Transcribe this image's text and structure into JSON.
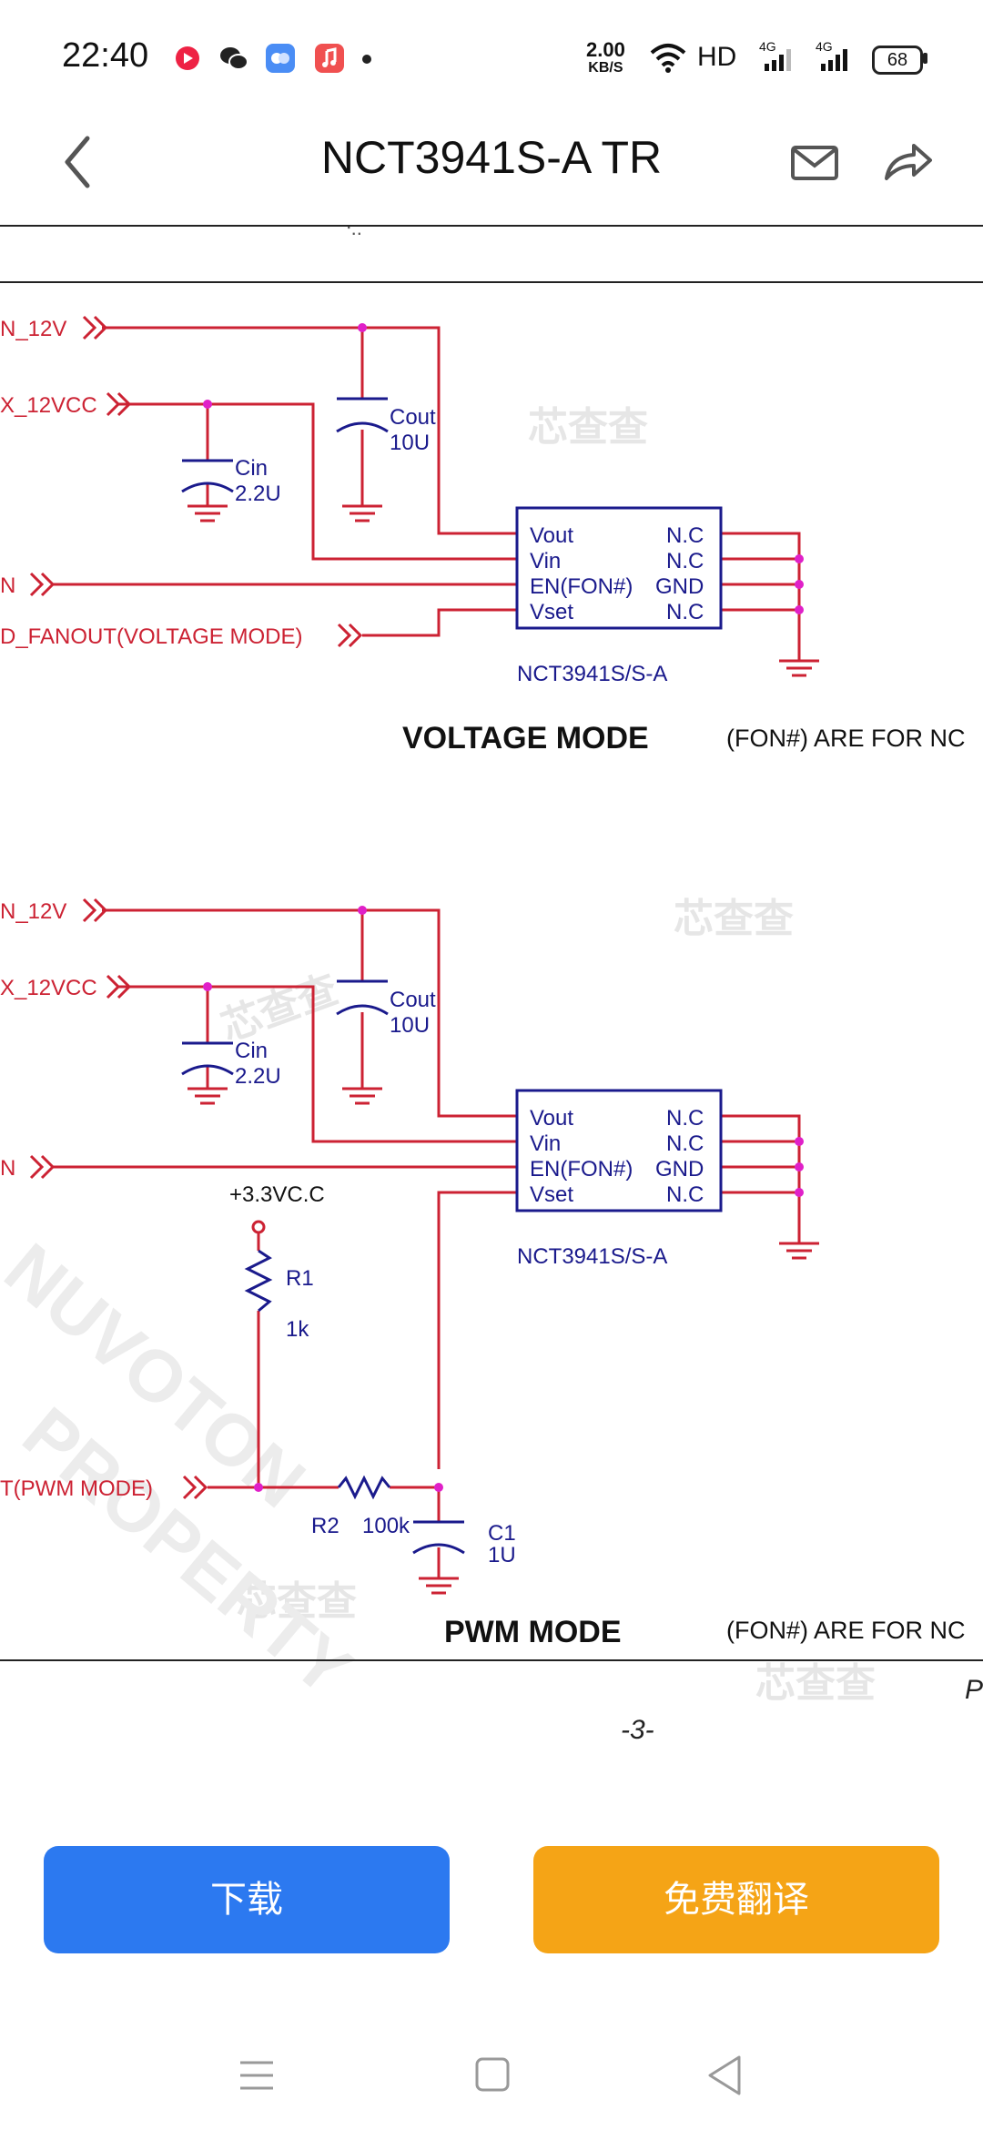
{
  "status_bar": {
    "time": "22:40",
    "net_speed_value": "2.00",
    "net_speed_unit": "KB/S",
    "hd_label": "HD",
    "signal1": "4G",
    "signal2": "4G",
    "battery": "68",
    "icons": [
      "video-app-icon",
      "wechat-icon",
      "chat-app-icon",
      "music-app-icon",
      "wifi-icon",
      "signal-icon",
      "battery-icon"
    ]
  },
  "header": {
    "title": "NCT3941S-A TR",
    "back_icon": "chevron-left-icon",
    "mail_icon": "mail-icon",
    "share_icon": "share-icon"
  },
  "document": {
    "top_partial": "ᐧ..",
    "voltage": {
      "net1": "N_12V",
      "net2": "X_12VCC",
      "net3": "N",
      "net4": "D_FANOUT(VOLTAGE MODE)",
      "cout_name": "Cout",
      "cout_val": "10U",
      "cin_name": "Cin",
      "cin_val": "2.2U",
      "pins_left": [
        "Vout",
        "Vin",
        "EN(FON#)",
        "Vset"
      ],
      "pins_right": [
        "N.C",
        "N.C",
        "GND",
        "N.C"
      ],
      "part": "NCT3941S/S-A",
      "mode_title": "VOLTAGE MODE",
      "note": "(FON#) ARE FOR NC"
    },
    "pwm": {
      "net1": "N_12V",
      "net2": "X_12VCC",
      "net3": "N",
      "net4": "T(PWM MODE)",
      "cout_name": "Cout",
      "cout_val": "10U",
      "cin_name": "Cin",
      "cin_val": "2.2U",
      "pins_left": [
        "Vout",
        "Vin",
        "EN(FON#)",
        "Vset"
      ],
      "pins_right": [
        "N.C",
        "N.C",
        "GND",
        "N.C"
      ],
      "part": "NCT3941S/S-A",
      "supply": "+3.3VC.C",
      "r1_name": "R1",
      "r1_val": "1k",
      "r2_name": "R2",
      "r2_val": "100k",
      "c1_name": "C1",
      "c1_val": "1U",
      "mode_title": "PWM MODE",
      "note": "(FON#) ARE FOR NC"
    },
    "page_letter": "P",
    "page_number": "-3-",
    "watermarks": [
      "芯查查",
      "NUVOTON",
      "PROPERTY"
    ]
  },
  "buttons": {
    "download": "下载",
    "translate": "免费翻译"
  },
  "colors": {
    "wire": "#cc2233",
    "ic_blue": "#1a1a8c",
    "node": "#e020c8",
    "download_bg": "#2c79f0",
    "translate_bg": "#f5a416"
  },
  "navbar": {
    "icons": [
      "menu-icon",
      "home-square-icon",
      "back-triangle-icon"
    ]
  }
}
